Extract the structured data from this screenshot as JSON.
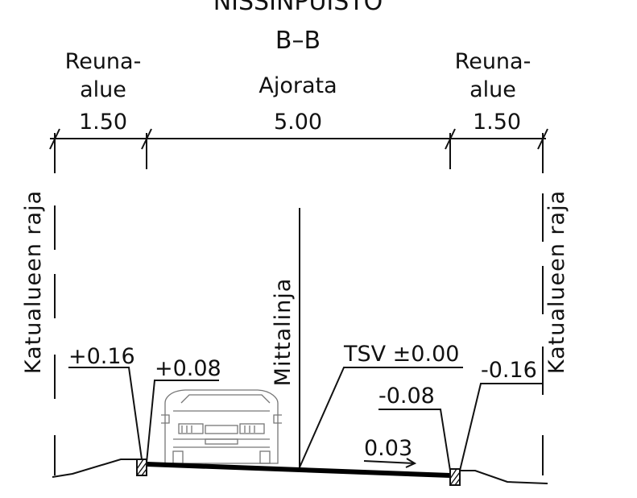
{
  "title_partial": "NISSINPUISTO",
  "section_label": "B–B",
  "zones": [
    {
      "name_line1": "Reuna-",
      "name_line2": "alue",
      "width": "1.50"
    },
    {
      "name_line1": "Ajorata",
      "width": "5.00"
    },
    {
      "name_line1": "Reuna-",
      "name_line2": "alue",
      "width": "1.50"
    }
  ],
  "boundary_label": "Katualueen raja",
  "centerline_label": "Mittalinja",
  "elevations": {
    "left_outer": "+0.16",
    "left_inner": "+0.08",
    "center": "TSV ±0.00",
    "right_inner": "-0.08",
    "right_outer": "-0.16"
  },
  "slope": "0.03"
}
